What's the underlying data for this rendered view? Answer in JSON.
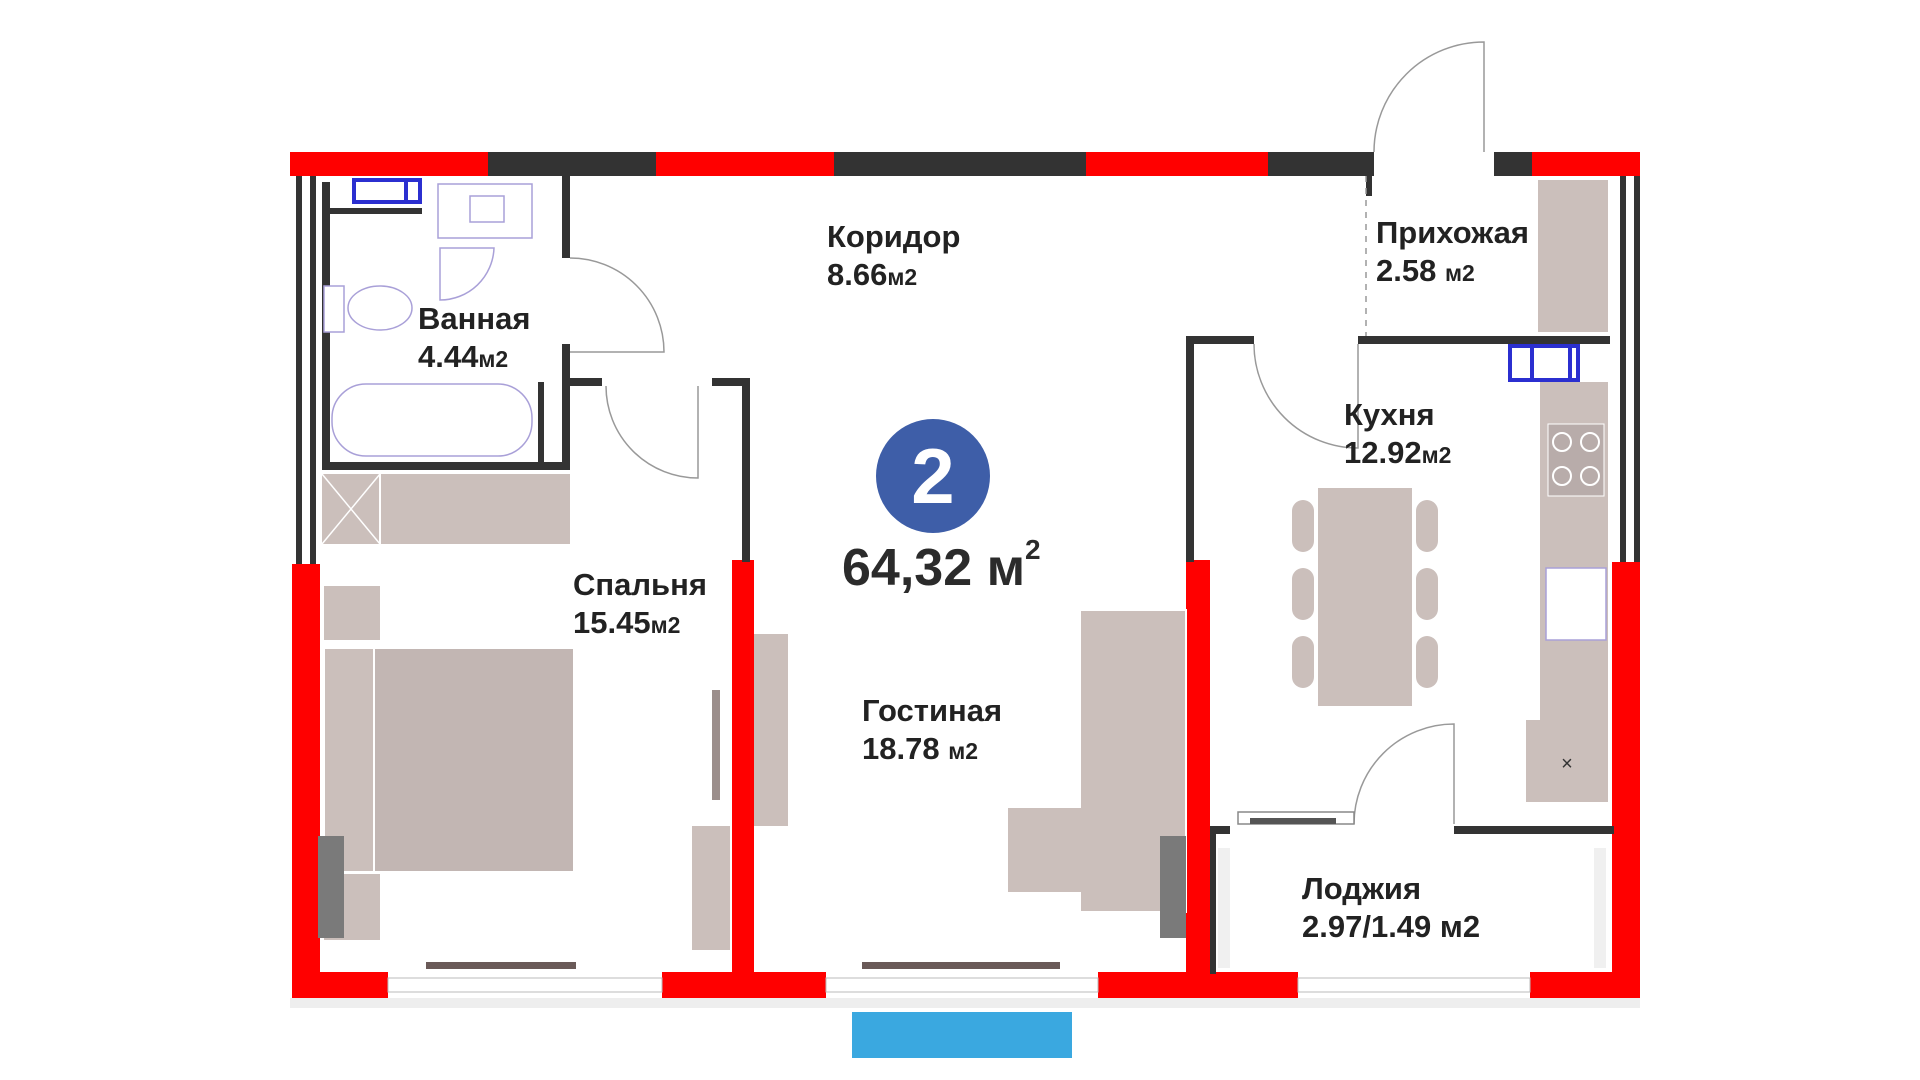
{
  "apartment": {
    "rooms_count": "2",
    "total_area": "64,32 м",
    "total_area_unit_sup": "2"
  },
  "rooms": {
    "corridor": {
      "name": "Коридор",
      "area": "8.66",
      "unit": "м2"
    },
    "hall": {
      "name": "Прихожая",
      "area": "2.58",
      "unit": "м2"
    },
    "bathroom": {
      "name": "Ванная",
      "area": "4.44",
      "unit": "м2"
    },
    "kitchen": {
      "name": "Кухня",
      "area": "12.92",
      "unit": "м2"
    },
    "bedroom": {
      "name": "Спальня",
      "area": "15.45",
      "unit": "м2"
    },
    "living": {
      "name": "Гостиная",
      "area": "18.78",
      "unit": "м2"
    },
    "loggia": {
      "name": "Лоджия",
      "area": "2.97/1.49",
      "unit": "м2"
    }
  },
  "colors": {
    "load_bearing_wall": "#ff0000",
    "wall": "#333333",
    "furniture": "#cbbfbb",
    "furniture_dark": "#7a7a7a",
    "badge": "#3e5ea8",
    "window_blue": "#2b2fd0",
    "balcony_door": "#3aa8e0"
  }
}
